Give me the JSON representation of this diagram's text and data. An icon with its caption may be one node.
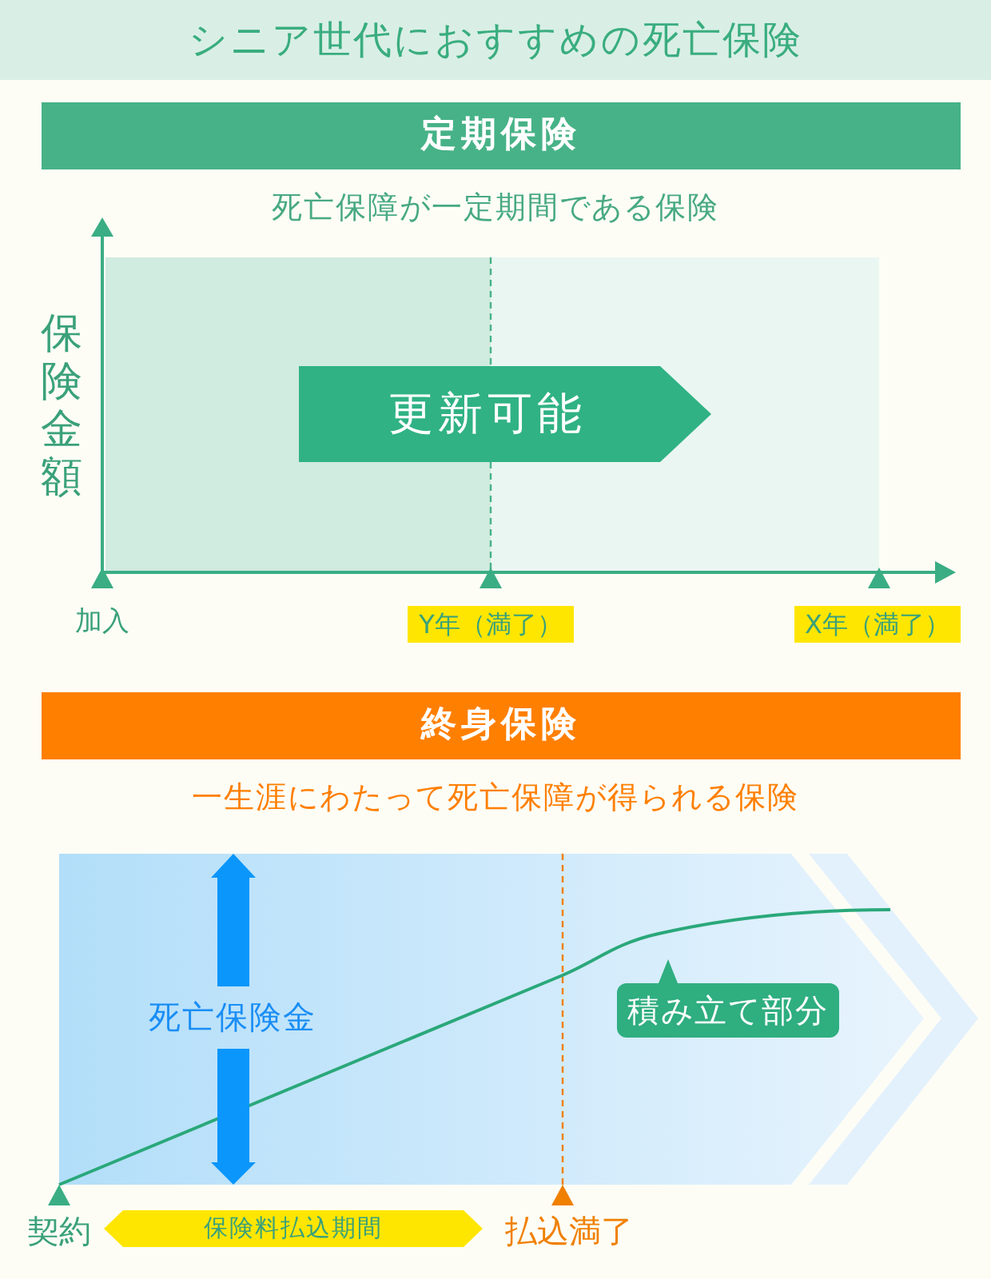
{
  "diagram": {
    "title": "シニア世代におすすめの死亡保険",
    "nodes": [
      {
        "text": [
          "定期保険"
        ]
      },
      {
        "text": [
          "更新可能"
        ]
      },
      {
        "text": [
          "Y年（満了）"
        ]
      },
      {
        "text": [
          "X年（満了）"
        ]
      },
      {
        "text": [
          "終身保険"
        ]
      },
      {
        "text": [
          "積み立て部分"
        ]
      },
      {
        "text": [
          "保険料払込期間"
        ]
      }
    ],
    "labels": [
      "死亡保障が一定期間である保険",
      "保険金額",
      "加入",
      "一生涯にわたって死亡保障が得られる保険",
      "死亡保険金",
      "契約",
      "払込満了"
    ]
  }
}
